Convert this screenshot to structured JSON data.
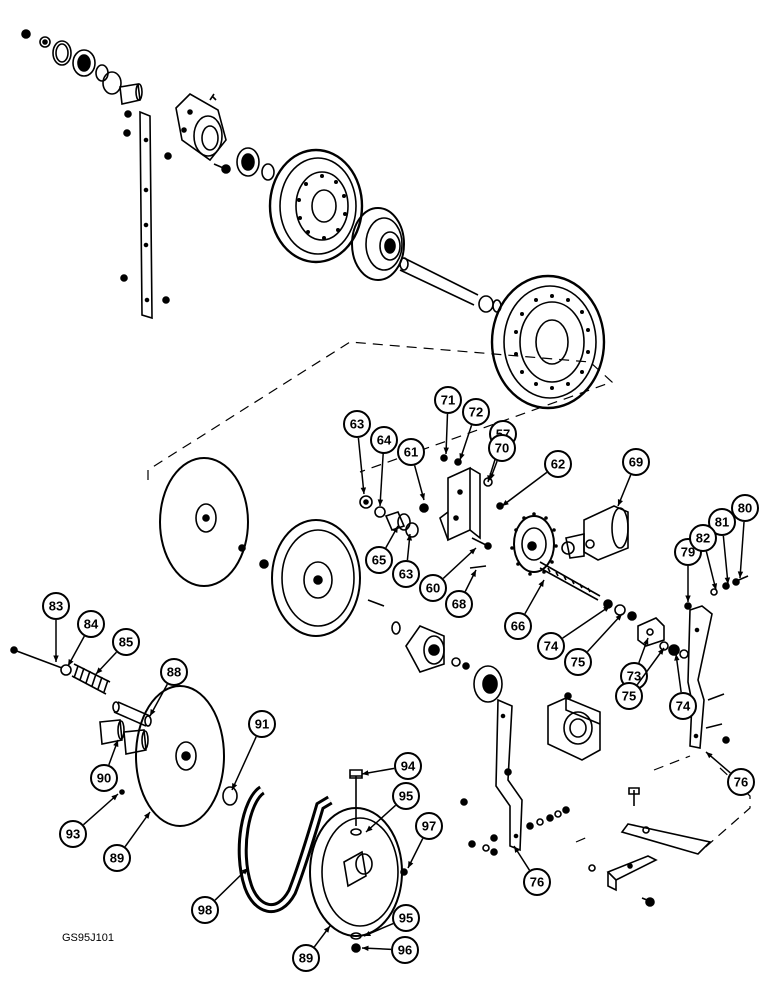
{
  "figure_code": "GS95J101",
  "callouts": [
    {
      "label": "57"
    },
    {
      "label": "60"
    },
    {
      "label": "61"
    },
    {
      "label": "62"
    },
    {
      "label": "63"
    },
    {
      "label": "63"
    },
    {
      "label": "64"
    },
    {
      "label": "65"
    },
    {
      "label": "66"
    },
    {
      "label": "68"
    },
    {
      "label": "69"
    },
    {
      "label": "70"
    },
    {
      "label": "71"
    },
    {
      "label": "72"
    },
    {
      "label": "73"
    },
    {
      "label": "74"
    },
    {
      "label": "74"
    },
    {
      "label": "75"
    },
    {
      "label": "75"
    },
    {
      "label": "76"
    },
    {
      "label": "76"
    },
    {
      "label": "79"
    },
    {
      "label": "80"
    },
    {
      "label": "81"
    },
    {
      "label": "82"
    },
    {
      "label": "83"
    },
    {
      "label": "84"
    },
    {
      "label": "85"
    },
    {
      "label": "88"
    },
    {
      "label": "89"
    },
    {
      "label": "89"
    },
    {
      "label": "90"
    },
    {
      "label": "91"
    },
    {
      "label": "93"
    },
    {
      "label": "94"
    },
    {
      "label": "95"
    },
    {
      "label": "95"
    },
    {
      "label": "96"
    },
    {
      "label": "97"
    },
    {
      "label": "98"
    }
  ]
}
